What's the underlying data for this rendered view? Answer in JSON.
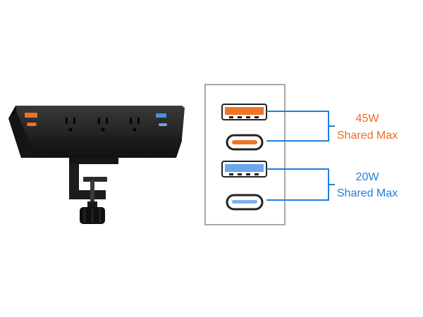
{
  "groups": [
    {
      "watt": "45W",
      "caption": "Shared Max",
      "color": "#ef6a22"
    },
    {
      "watt": "20W",
      "caption": "Shared Max",
      "color": "#1f7fe0"
    }
  ],
  "port_colors": {
    "usb_a_fast": "#f07428",
    "usb_c_fast": "#f07428",
    "usb_a_standard": "#6aa8e8",
    "usb_c_standard": "#7ab4ec"
  },
  "bracket_color": "#1f7fe0"
}
